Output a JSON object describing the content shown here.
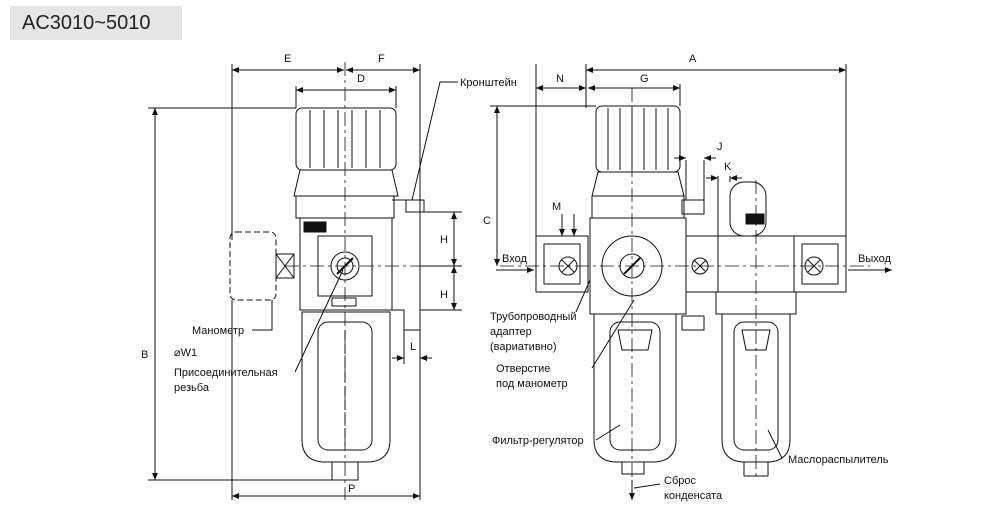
{
  "title": "AC3010~5010",
  "dimensions": {
    "A": "A",
    "B": "B",
    "C": "C",
    "D": "D",
    "E": "E",
    "F": "F",
    "G": "G",
    "H1": "H",
    "H2": "H",
    "J": "J",
    "K": "K",
    "L": "L",
    "M": "M",
    "N": "N",
    "P": "P"
  },
  "labels": {
    "bracket": "Кронштейн",
    "gauge": "Манометр",
    "w1": "⌀W1",
    "thread_1": "Присоединительная",
    "thread_2": "резьба",
    "inlet": "Вход",
    "outlet": "Выход",
    "adapter_1": "Трубопроводный",
    "adapter_2": "адаптер",
    "adapter_3": "(вариативно)",
    "gauge_port_1": "Отверстие",
    "gauge_port_2": "под манометр",
    "filter_regulator": "Фильтр-регулятор",
    "drain_1": "Сброс",
    "drain_2": "конденсата",
    "lubricator": "Маслораспылитель"
  }
}
